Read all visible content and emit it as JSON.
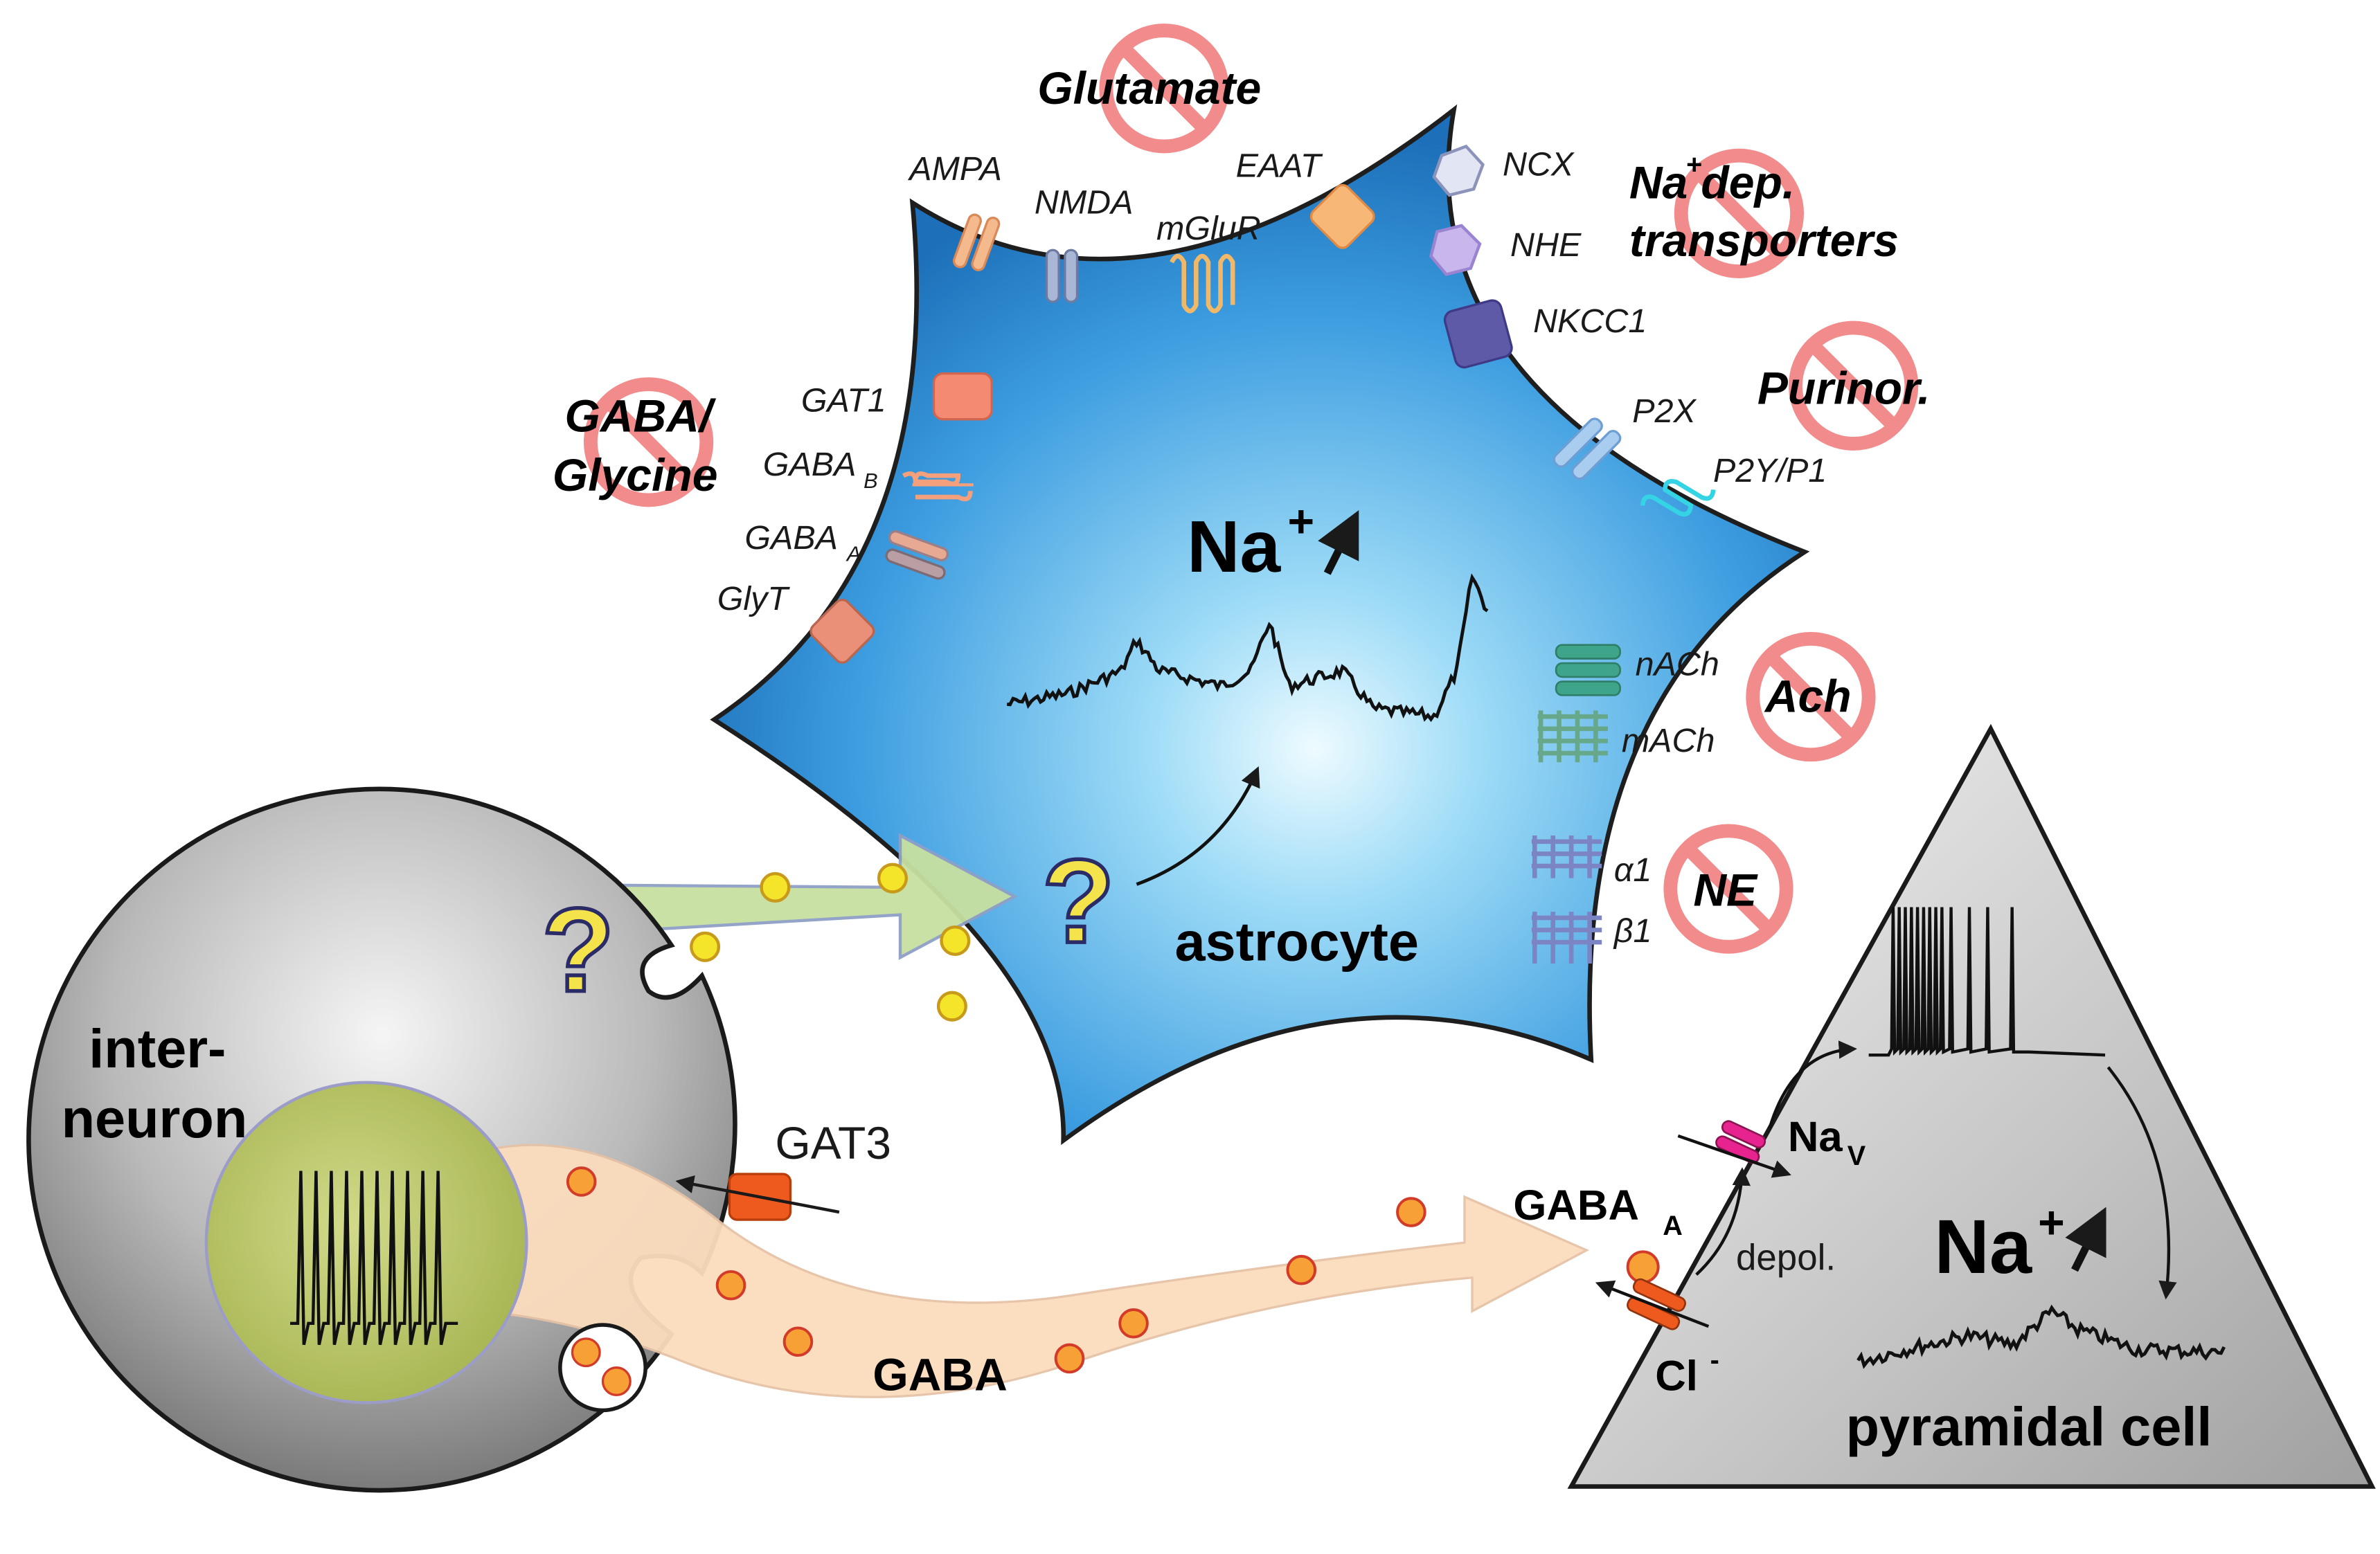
{
  "colors": {
    "astrocyte_fill": "#2f8fd6",
    "astrocyte_glow": "#cdeffd",
    "interneuron_fill": "#8a8a8a",
    "nucleus_fill": "#b7c469",
    "pyramidal_fill": "#b8b8b8",
    "gaba_dot": "#f7a035",
    "unknown_dot": "#f4e62a",
    "prohibit": "#f08a8a",
    "green_arrow": "#c4dd9c",
    "orange_arrow": "#fbdcbc",
    "nav_channel": "#e6238f",
    "gat3": "#ee5a1e"
  },
  "icons": {
    "prohibit": "no-entry-icon",
    "question": "question-mark-icon"
  },
  "astrocyte": {
    "label": "astrocyte",
    "na_label": "Na",
    "na_sup": "+",
    "question": "?"
  },
  "interneuron": {
    "label_line1": "inter-",
    "label_line2": "neuron",
    "question": "?",
    "transporter": "GAT3"
  },
  "pyramidal": {
    "label": "pyramidal cell",
    "na_label": "Na",
    "na_sup": "+",
    "nav_label": "Na",
    "nav_sub": "V",
    "gaba_a_label": "GABA",
    "gaba_a_sub": "A",
    "depol": "depol.",
    "cl_label": "Cl",
    "cl_sup": "-"
  },
  "flows": {
    "gaba_label": "GABA"
  },
  "receptor_groups": {
    "glutamate": {
      "title": "Glutamate",
      "receptors": [
        "AMPA",
        "NMDA",
        "mGluR",
        "EAAT"
      ]
    },
    "na_dep": {
      "title_line1": "Na",
      "title_sup": "+",
      "title_rest": " dep.",
      "title_line2": "transporters",
      "receptors": [
        "NCX",
        "NHE",
        "NKCC1"
      ]
    },
    "purinor": {
      "title": "Purinor.",
      "receptors": [
        "P2X",
        "P2Y/P1"
      ]
    },
    "gaba_glycine": {
      "title_line1": "GABA/",
      "title_line2": "Glycine",
      "receptors": [
        "GAT1",
        "GABA",
        "GABA",
        "GlyT"
      ],
      "subs": [
        "",
        "B",
        "A",
        ""
      ]
    },
    "ach": {
      "title": "Ach",
      "receptors": [
        "nACh",
        "mACh"
      ]
    },
    "ne": {
      "title": "NE",
      "receptors": [
        "α1",
        "β1"
      ]
    }
  }
}
